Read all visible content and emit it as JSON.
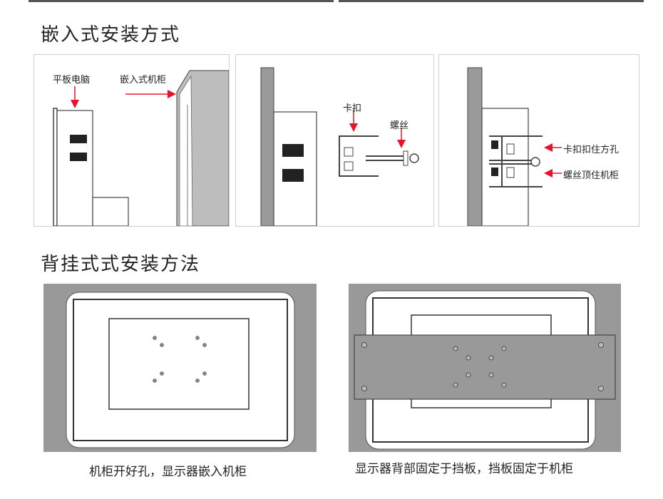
{
  "section_embedded": {
    "title": "嵌入式安装方式",
    "panel1": {
      "label_tablet": "平板电脑",
      "label_cabinet": "嵌入式机柜"
    },
    "panel2": {
      "label_clip": "卡扣",
      "label_screw": "螺丝"
    },
    "panel3": {
      "label_clip_hole": "卡扣扣住方孔",
      "label_screw_cabinet": "螺丝顶住机柜"
    }
  },
  "section_hanging": {
    "title": "背挂式式安装方法",
    "panel_left": {
      "caption": "机柜开好孔，显示器嵌入机柜"
    },
    "panel_right": {
      "caption": "显示器背部固定于挡板，挡板固定于机柜"
    }
  },
  "colors": {
    "panel_gray": "#999999",
    "arrow_red": "#e8132a",
    "dark_block": "#222222"
  },
  "icons": {
    "pointer": "red-arrow-icon",
    "hole": "mounting-hole-icon"
  }
}
